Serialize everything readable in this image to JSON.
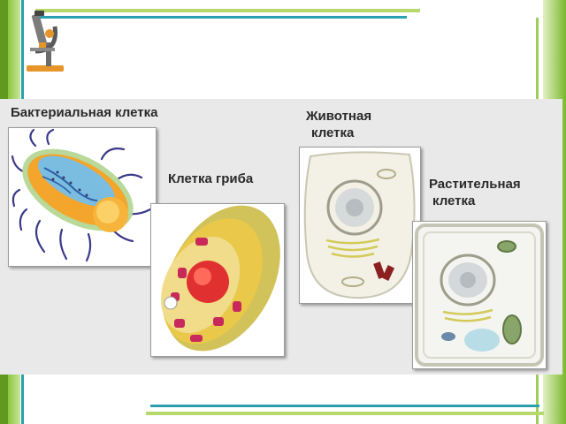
{
  "colors": {
    "panel_bg": "#e9e9e9",
    "frame_green": "#7ab82e",
    "frame_teal": "#2a9fb0",
    "frame_light_green": "#c4e08a"
  },
  "icons": {
    "logo": "microscope-icon"
  },
  "labels": {
    "bacterial": "Бактериальная клетка",
    "fungal": "Клетка гриба",
    "animal_line1": "Животная",
    "animal_line2": "клетка",
    "plant_line1": "Растительная",
    "plant_line2": "клетка"
  }
}
